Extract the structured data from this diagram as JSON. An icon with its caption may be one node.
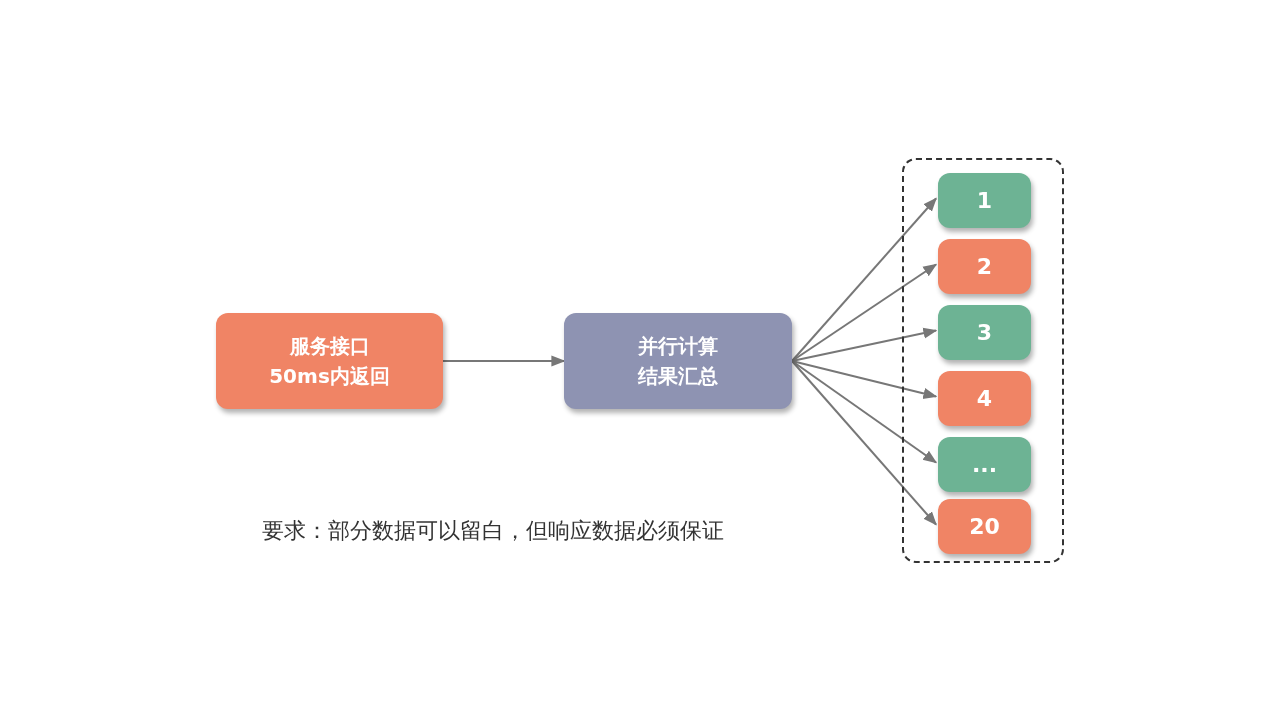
{
  "diagram": {
    "nodes": [
      {
        "text": [
          "服务接口50ms内返回"
        ]
      },
      {
        "text": [
          "并行计算结果汇总"
        ]
      },
      {
        "text": [],
        "shape": "box"
      },
      {
        "text": [
          "1"
        ],
        "in": 2
      },
      {
        "text": [
          "2"
        ],
        "in": 2
      },
      {
        "text": [
          "3"
        ],
        "in": 2
      },
      {
        "text": [
          "4"
        ],
        "in": 2
      },
      {
        "text": [
          "..."
        ],
        "in": 2
      },
      {
        "text": [
          "20"
        ],
        "in": 2
      }
    ],
    "edges": [
      {
        "from": 0,
        "to": 1,
        "arrow": "to"
      },
      {
        "from": 1,
        "to": 3,
        "arrow": "to"
      },
      {
        "from": 1,
        "to": 4,
        "arrow": "to"
      },
      {
        "from": 1,
        "to": 5,
        "arrow": "to"
      },
      {
        "from": 1,
        "to": 6,
        "arrow": "to"
      },
      {
        "from": 1,
        "to": 7,
        "arrow": "to"
      },
      {
        "from": 1,
        "to": 8,
        "arrow": "to"
      }
    ],
    "labels": [
      "要求：部分数据可以留白，但响应数据必须保证"
    ]
  }
}
